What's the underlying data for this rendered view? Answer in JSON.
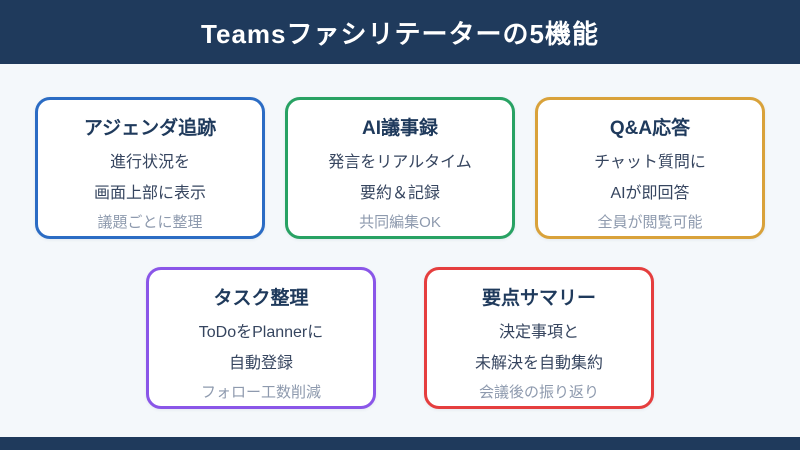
{
  "page": {
    "background_color": "#f4f8fb",
    "band_color": "#1f3a5c"
  },
  "header": {
    "title": "Teamsファシリテーターの5機能"
  },
  "cards": [
    {
      "title": "アジェンダ追跡",
      "line1": "進行状況を",
      "line2": "画面上部に表示",
      "note": "議題ごとに整理",
      "accent": "#2b6cc4"
    },
    {
      "title": "AI議事録",
      "line1": "発言をリアルタイム",
      "line2": "要約＆記録",
      "note": "共同編集OK",
      "accent": "#28a263"
    },
    {
      "title": "Q&A応答",
      "line1": "チャット質問に",
      "line2": "AIが即回答",
      "note": "全員が閲覧可能",
      "accent": "#d9a23a"
    },
    {
      "title": "タスク整理",
      "line1": "ToDoをPlannerに",
      "line2": "自動登録",
      "note": "フォロー工数削減",
      "accent": "#8a56e8"
    },
    {
      "title": "要点サマリー",
      "line1": "決定事項と",
      "line2": "未解決を自動集約",
      "note": "会議後の振り返り",
      "accent": "#e53e3e"
    }
  ]
}
